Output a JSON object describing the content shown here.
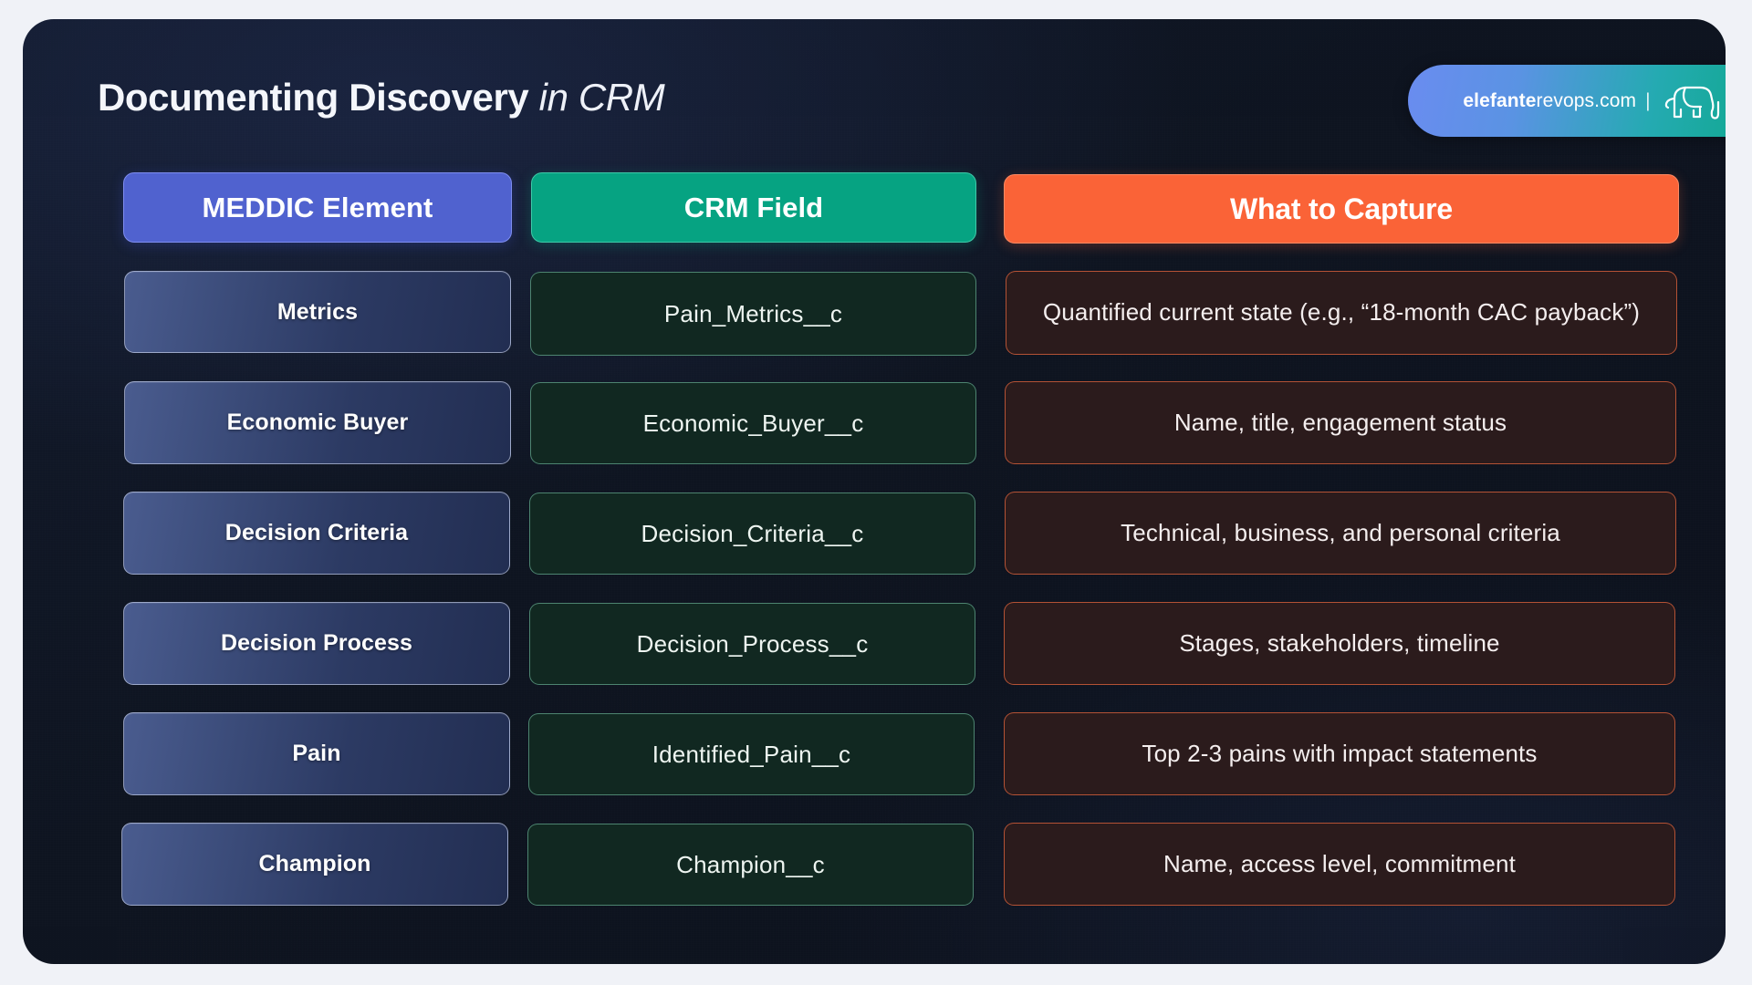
{
  "page": {
    "background_color": "#f0f2f7",
    "card_color": "#0f1622"
  },
  "header": {
    "title_bold": "Documenting Discovery",
    "title_italic": "in CRM"
  },
  "brand_badge": {
    "name_bold": "elefante",
    "name_rest": "revops.com",
    "separator": "|",
    "icon": "elephant-icon",
    "gradient_from": "#6a8cf0",
    "gradient_to": "#0da88a"
  },
  "table": {
    "columns": [
      {
        "label": "MEDDIC Element",
        "accent": "#5062cf"
      },
      {
        "label": "CRM Field",
        "accent": "#06a382"
      },
      {
        "label": "What to Capture",
        "accent": "#fa6337"
      }
    ],
    "rows": [
      {
        "element": "Metrics",
        "crm_field": "Pain_Metrics__c",
        "capture": "Quantified current state (e.g., “18-month CAC payback”)"
      },
      {
        "element": "Economic Buyer",
        "crm_field": "Economic_Buyer__c",
        "capture": "Name, title, engagement status"
      },
      {
        "element": "Decision Criteria",
        "crm_field": "Decision_Criteria__c",
        "capture": "Technical, business, and personal criteria"
      },
      {
        "element": "Decision Process",
        "crm_field": "Decision_Process__c",
        "capture": "Stages, stakeholders, timeline"
      },
      {
        "element": "Pain",
        "crm_field": "Identified_Pain__c",
        "capture": "Top 2-3 pains with impact statements"
      },
      {
        "element": "Champion",
        "crm_field": "Champion__c",
        "capture": "Name, access level, commitment"
      }
    ]
  }
}
